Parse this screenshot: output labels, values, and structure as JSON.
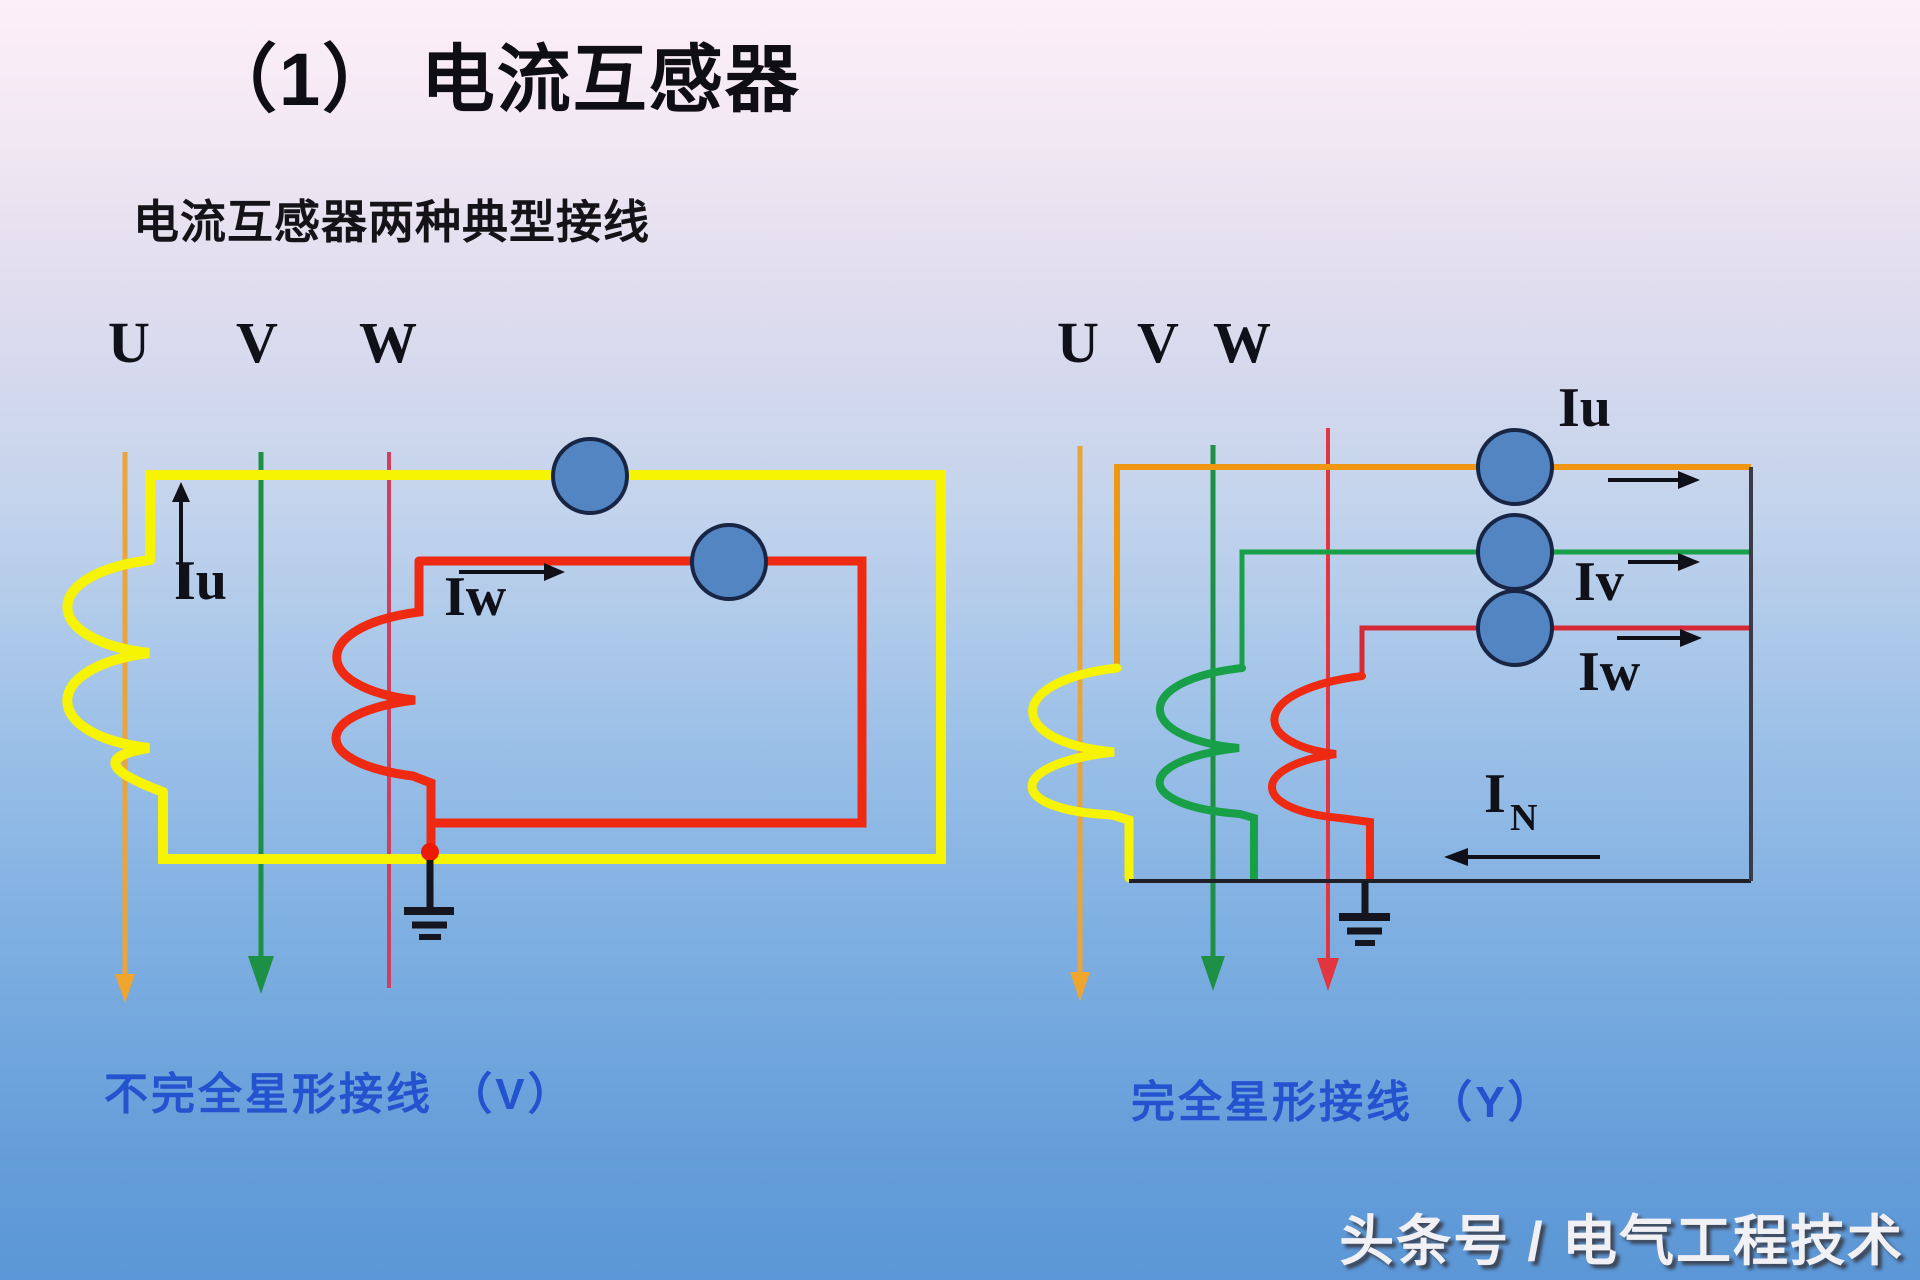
{
  "title": "（1） 电流互感器",
  "subtitle": "电流互感器两种典型接线",
  "left_diagram": {
    "phase_labels": [
      "U",
      "V",
      "W"
    ],
    "iu_label": "Iu",
    "iw_label": "Iw",
    "caption": "不完全星形接线 （V）"
  },
  "right_diagram": {
    "phase_labels": [
      "U",
      "V",
      "W"
    ],
    "iu_label": "Iu",
    "iv_label": "Iv",
    "iw_label": "Iw",
    "in_label_base": "I",
    "in_label_sub": "N",
    "caption": "完全星形接线 （Y）"
  },
  "watermark": "头条号 / 电气工程技术",
  "colors": {
    "phase_u_orange": "#e9a43b",
    "phase_v_green": "#1d9045",
    "phase_w_crimson": "#cf4060",
    "secondary_yellow": "#f6f303",
    "secondary_red": "#ee2a12",
    "secondary_orange": "#ef9612",
    "secondary_green": "#18a049",
    "ct_fill_blue": "#5285c2",
    "ct_stroke_navy": "#182544",
    "caption_blue": "#2353cf",
    "neutral_black": "#202028",
    "background_top_pink": "#fdeff9",
    "background_bottom_blue": "#5b96d6"
  }
}
